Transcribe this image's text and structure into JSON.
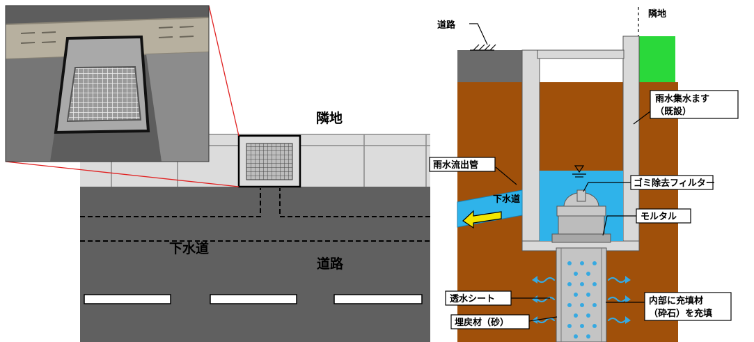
{
  "plan_view": {
    "labels": {
      "neighbor": "隣地",
      "sewer": "下水道",
      "road": "道路"
    },
    "colors": {
      "road": "#606060",
      "sidewalk": "#dcdcdc",
      "inset_line": "#e02020"
    }
  },
  "section_view": {
    "labels": {
      "road": "道路",
      "neighbor": "隣地",
      "basin_line1": "雨水集水ます",
      "basin_line2": "（既設）",
      "outflow_pipe": "雨水流出管",
      "sewer": "下水道",
      "filter": "ゴミ除去フィルター",
      "mortar": "モルタル",
      "permeable_sheet": "透水シート",
      "fill_line1": "内部に充填材",
      "fill_line2": "（砕石）を充填",
      "backfill": "埋戻材（砂）"
    },
    "colors": {
      "soil": "#a0500a",
      "water": "#2fb3ea",
      "neighbor_green": "#2ad83a",
      "concrete": "#d9d9d9",
      "arrow": "#f2e600",
      "infiltration_arrow": "#36a9e1"
    }
  }
}
